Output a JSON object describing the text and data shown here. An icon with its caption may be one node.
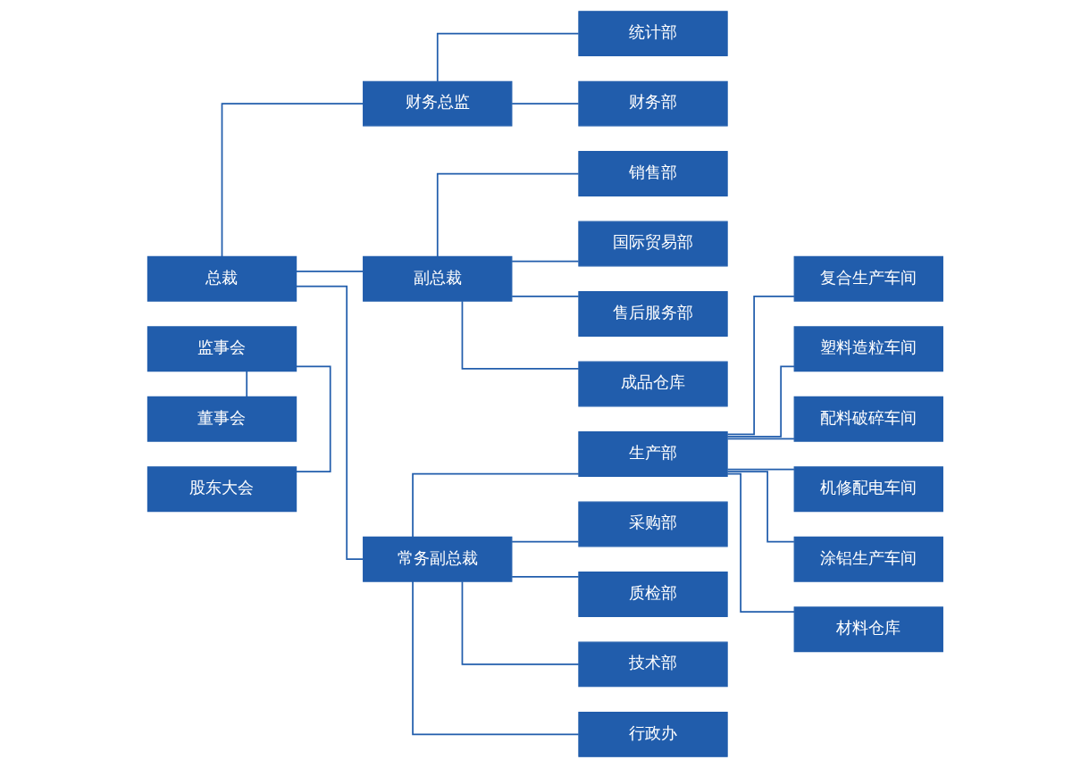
{
  "diagram": {
    "nodes": [
      {
        "text": [
          "总裁"
        ]
      },
      {
        "text": [
          "股东大会"
        ]
      },
      {
        "text": [
          "监事会"
        ]
      },
      {
        "text": [
          "董事会"
        ]
      },
      {
        "text": [
          "财务总监"
        ]
      },
      {
        "text": [
          "副总裁"
        ]
      },
      {
        "text": [
          "常务副总裁"
        ]
      },
      {
        "text": [
          "统计部"
        ]
      },
      {
        "text": [
          "财务部"
        ]
      },
      {
        "text": [
          "销售部"
        ]
      },
      {
        "text": [
          "国际贸易部"
        ]
      },
      {
        "text": [
          "售后服务部"
        ]
      },
      {
        "text": [
          "成品仓库"
        ]
      },
      {
        "text": [
          "生产部"
        ]
      },
      {
        "text": [
          "采购部"
        ]
      },
      {
        "text": [
          "质检部"
        ]
      },
      {
        "text": [
          "技术部"
        ]
      },
      {
        "text": [
          "行政办"
        ]
      },
      {
        "text": [
          "复合生产车间"
        ]
      },
      {
        "text": [
          "塑料造粒车间"
        ]
      },
      {
        "text": [
          "配料破碎车间"
        ]
      },
      {
        "text": [
          "机修配电车间"
        ]
      },
      {
        "text": [
          "涂铝生产车间"
        ]
      },
      {
        "text": [
          "材料仓库"
        ]
      }
    ],
    "edges": [
      {
        "from": 0,
        "to": 4,
        "arrow": "none"
      },
      {
        "from": 0,
        "to": 5,
        "arrow": "none"
      },
      {
        "from": 0,
        "to": 6,
        "arrow": "none"
      },
      {
        "from": 2,
        "to": 1,
        "arrow": "none"
      },
      {
        "from": 2,
        "to": 3,
        "arrow": "none"
      },
      {
        "from": 4,
        "to": 7,
        "arrow": "none"
      },
      {
        "from": 4,
        "to": 8,
        "arrow": "none"
      },
      {
        "from": 5,
        "to": 9,
        "arrow": "none"
      },
      {
        "from": 5,
        "to": 10,
        "arrow": "none"
      },
      {
        "from": 5,
        "to": 11,
        "arrow": "none"
      },
      {
        "from": 5,
        "to": 12,
        "arrow": "none"
      },
      {
        "from": 6,
        "to": 13,
        "arrow": "none"
      },
      {
        "from": 6,
        "to": 14,
        "arrow": "none"
      },
      {
        "from": 6,
        "to": 15,
        "arrow": "none"
      },
      {
        "from": 6,
        "to": 16,
        "arrow": "none"
      },
      {
        "from": 6,
        "to": 17,
        "arrow": "none"
      },
      {
        "from": 13,
        "to": 18,
        "arrow": "none"
      },
      {
        "from": 13,
        "to": 19,
        "arrow": "none"
      },
      {
        "from": 13,
        "to": 20,
        "arrow": "none"
      },
      {
        "from": 13,
        "to": 21,
        "arrow": "none"
      },
      {
        "from": 13,
        "to": 22,
        "arrow": "none"
      },
      {
        "from": 13,
        "to": 23,
        "arrow": "none"
      }
    ]
  }
}
